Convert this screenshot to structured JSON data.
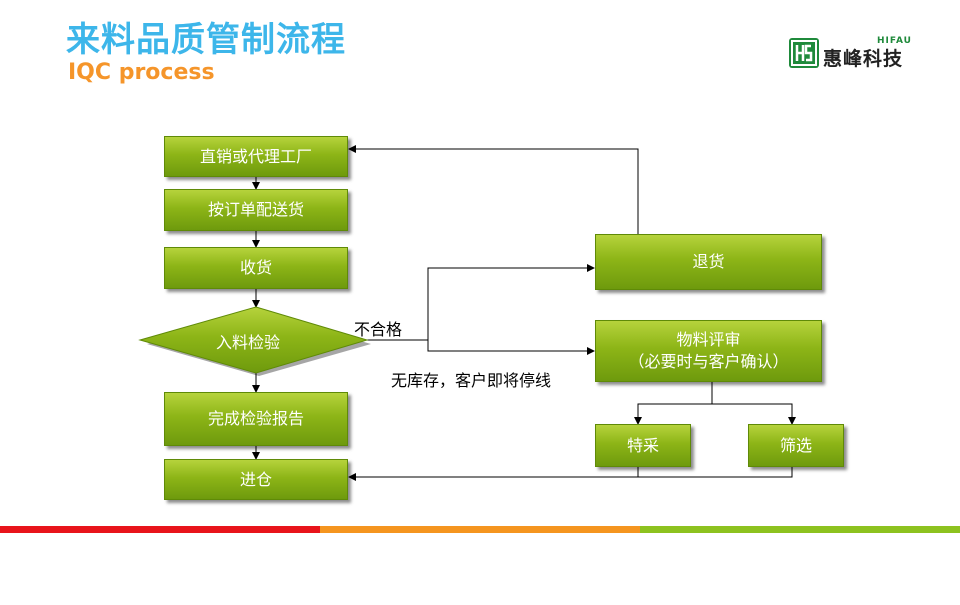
{
  "header": {
    "title_cn": "来料品质管制流程",
    "title_en": "IQC process"
  },
  "logo": {
    "name": "惠峰科技",
    "sub": "HIFAU"
  },
  "flow": {
    "direct_factory": "直销或代理工厂",
    "deliver_by_order": "按订单配送货",
    "receive": "收货",
    "incoming_inspection": "入料检验",
    "complete_report": "完成检验报告",
    "warehouse": "进仓",
    "return_goods": "退货",
    "review_line1": "物料评审",
    "review_line2": "（必要时与客户确认）",
    "special_purchase": "特采",
    "screening": "筛选",
    "unqualified_label": "不合格",
    "no_stock_label": "无库存，客户即将停线"
  },
  "colors": {
    "title_blue": "#3db6ea",
    "subtitle_orange": "#f5952a",
    "box_green": "#8db517",
    "bar_red": "#e8141b",
    "bar_orange": "#f5951f",
    "bar_green": "#8dc21f"
  }
}
